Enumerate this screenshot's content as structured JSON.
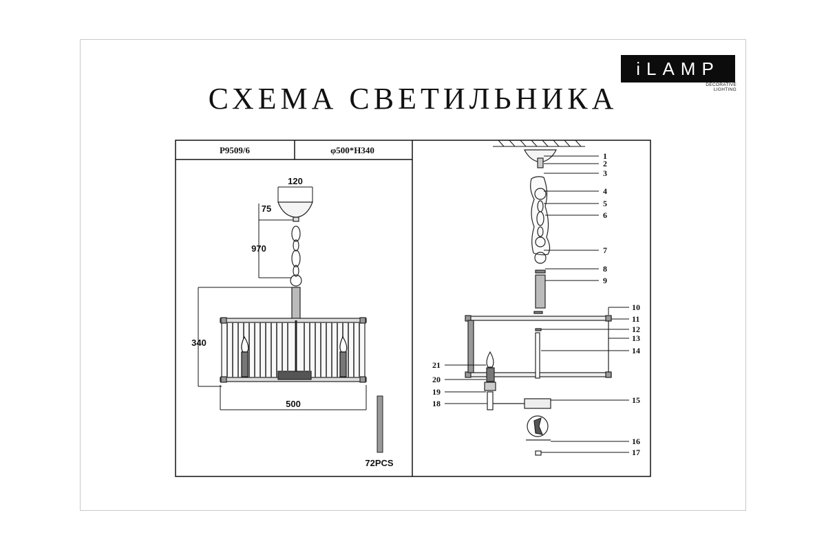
{
  "title": "СХЕМА СВЕТИЛЬНИКА",
  "logo": {
    "text": "iLAMP",
    "tagline": "DECORATIVE LIGHTING"
  },
  "header": {
    "model": "P9509/6",
    "size": "φ500*H340"
  },
  "dimensions": {
    "canopy_width": "120",
    "canopy_drop": "75",
    "chain_length": "970",
    "height": "340",
    "diameter": "500",
    "rods": "72PCS"
  },
  "parts": [
    "1",
    "2",
    "3",
    "4",
    "5",
    "6",
    "7",
    "8",
    "9",
    "10",
    "11",
    "12",
    "13",
    "14",
    "15",
    "16",
    "17",
    "18",
    "19",
    "20",
    "21"
  ]
}
